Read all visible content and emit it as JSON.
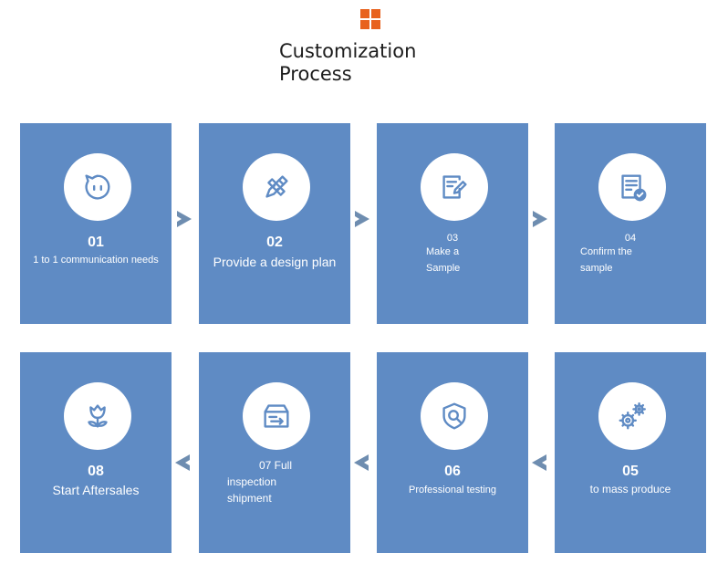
{
  "header": {
    "title_line1": "Customization",
    "title_line2": "Process",
    "logo_icon": "grid-logo-icon"
  },
  "colors": {
    "card": "#5f8bc4",
    "arrow": "#6e8db0",
    "logo": "#e8621e"
  },
  "steps": [
    {
      "num": "01",
      "text": "1 to 1 communication needs",
      "icon": "chat-face-icon"
    },
    {
      "num": "02",
      "text": "Provide a design plan",
      "icon": "pencil-ruler-icon"
    },
    {
      "num": "03",
      "line1": "Make a",
      "line2": "Sample",
      "icon": "edit-document-icon"
    },
    {
      "num": "04",
      "line1": "Confirm the",
      "line2": "sample",
      "icon": "checklist-icon"
    },
    {
      "num": "05",
      "text": "to mass produce",
      "icon": "gears-icon"
    },
    {
      "num": "06",
      "text": "Professional testing",
      "icon": "shield-search-icon"
    },
    {
      "line1": "07 Full",
      "line2": "inspection",
      "line3": "shipment",
      "icon": "shipping-box-icon"
    },
    {
      "num": "08",
      "text": "Start Aftersales",
      "icon": "flower-icon"
    }
  ]
}
